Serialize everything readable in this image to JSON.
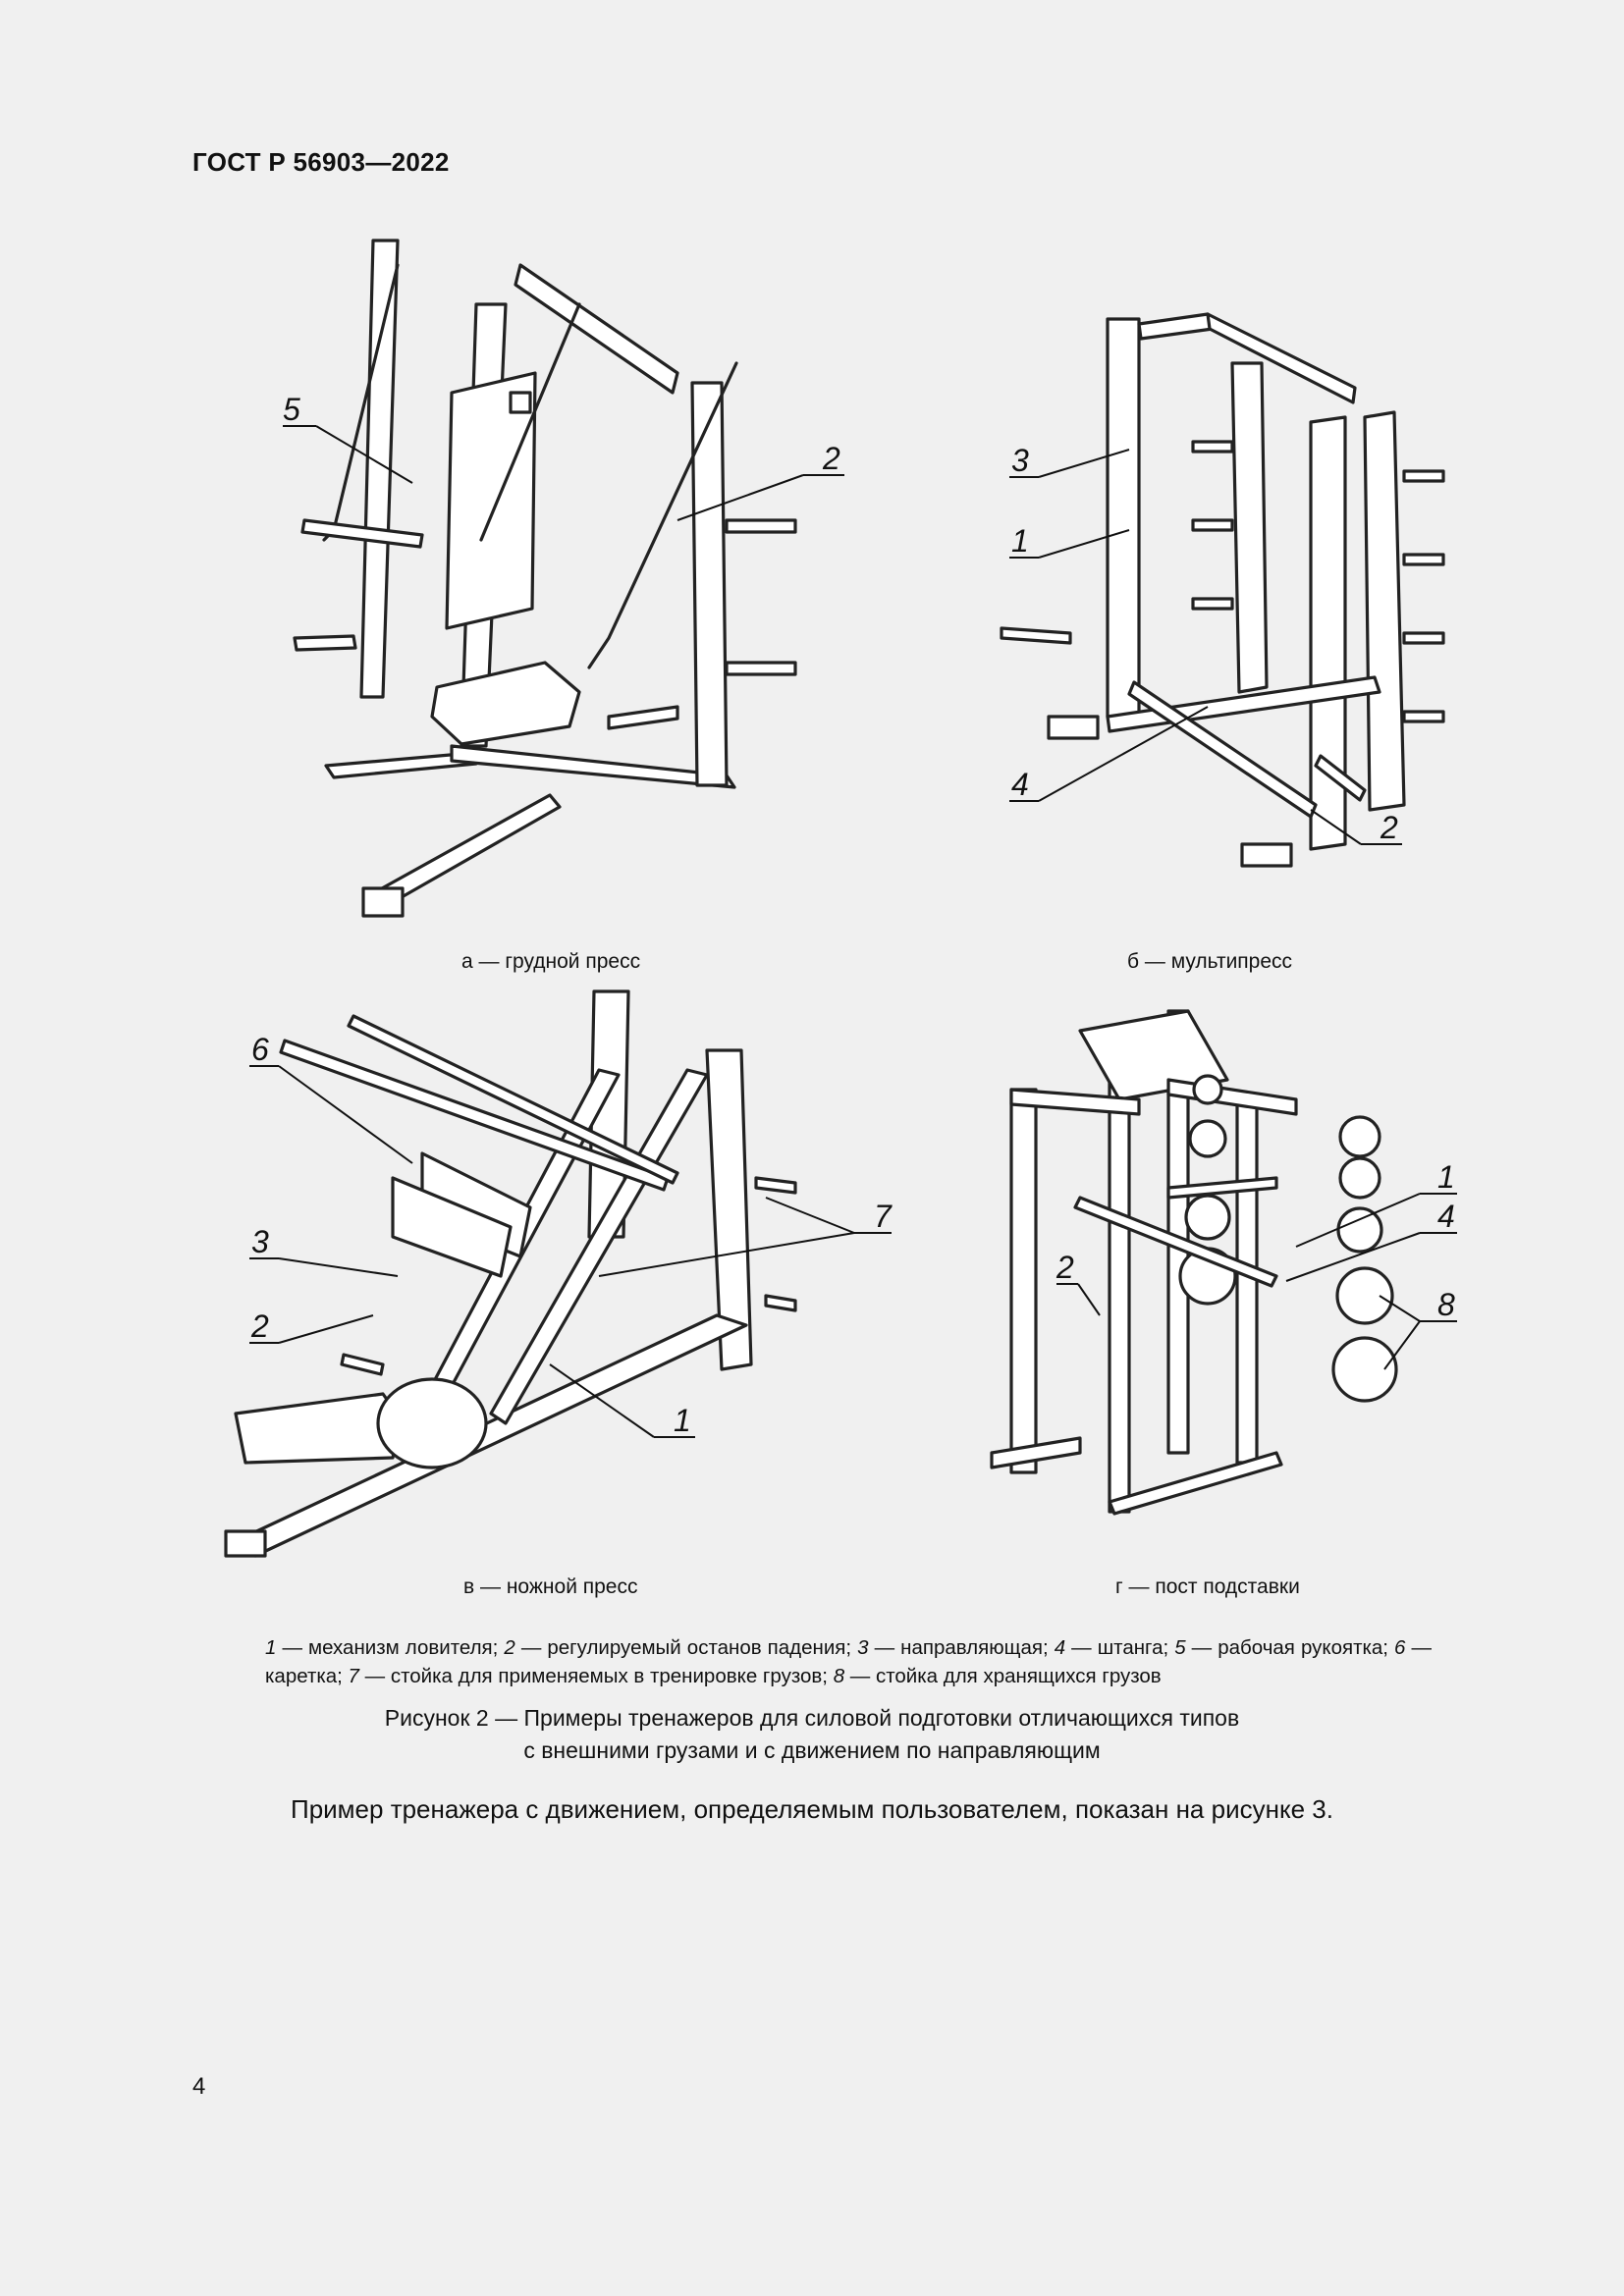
{
  "header": {
    "doc_id": "ГОСТ Р 56903—2022"
  },
  "figures": {
    "a": {
      "caption": "а — грудной пресс",
      "labels": [
        "5",
        "2"
      ]
    },
    "b": {
      "caption": "б — мультипресс",
      "labels": [
        "3",
        "1",
        "4",
        "2"
      ]
    },
    "c": {
      "caption": "в — ножной пресс",
      "labels": [
        "6",
        "3",
        "2",
        "7",
        "1"
      ]
    },
    "d": {
      "caption": "г — пост подставки",
      "labels": [
        "1",
        "4",
        "2",
        "8"
      ]
    }
  },
  "legend": {
    "items": [
      {
        "num": "1",
        "text": " — механизм ловителя; "
      },
      {
        "num": "2",
        "text": " — регулируемый останов падения; "
      },
      {
        "num": "3",
        "text": " — направляющая; "
      },
      {
        "num": "4",
        "text": " — штанга; "
      },
      {
        "num": "5",
        "text": " — рабочая рукоятка; "
      },
      {
        "num": "6",
        "text": " — каретка; "
      },
      {
        "num": "7",
        "text": " — стойка для применяемых в тренировке грузов; "
      },
      {
        "num": "8",
        "text": " — стойка для хранящихся грузов"
      }
    ]
  },
  "figure_title": {
    "line1": "Рисунок 2 — Примеры тренажеров для силовой подготовки отличающихся типов",
    "line2": "с внешними грузами и с движением по направляющим"
  },
  "body_text": "Пример тренажера с движением, определяемым пользователем, показан на рисунке 3.",
  "page_number": "4"
}
